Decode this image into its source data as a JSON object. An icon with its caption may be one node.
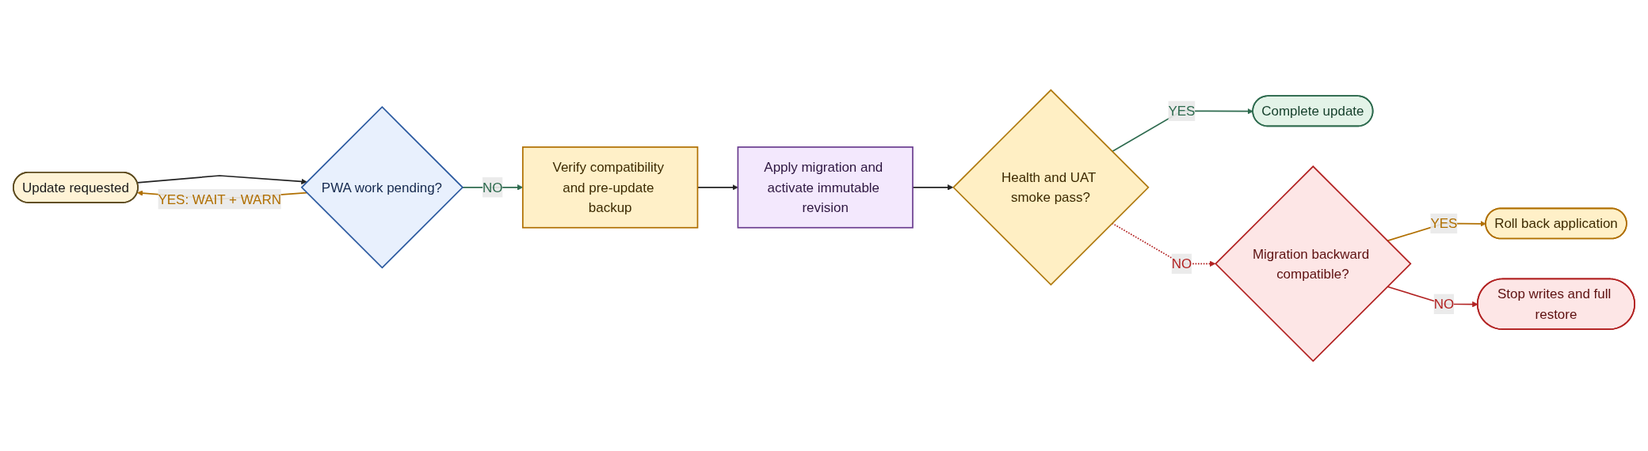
{
  "diagram": {
    "nodes": [
      {
        "text": [
          "Update requested"
        ]
      },
      {
        "text": [
          "PWA work pending?"
        ]
      },
      {
        "text": [
          "Verify compatibility and pre-update backup"
        ]
      },
      {
        "text": [
          "Apply migration and activate immutable revision"
        ]
      },
      {
        "text": [
          "Health and UAT smoke pass?"
        ]
      },
      {
        "text": [
          "Complete update"
        ]
      },
      {
        "text": [
          "Migration backward compatible?"
        ]
      },
      {
        "text": [
          "Roll back application"
        ]
      },
      {
        "text": [
          "Stop writes and full restore"
        ]
      }
    ],
    "edges": [
      {
        "from": 0,
        "to": 1,
        "arrow": "to"
      },
      {
        "from": 1,
        "to": 2,
        "arrow": "to",
        "label": "NO",
        "color": "#2e6b4f"
      },
      {
        "from": 1,
        "to": 0,
        "arrow": "to",
        "label": "YES: WAIT + WARN",
        "color": "#b06f00"
      },
      {
        "from": 2,
        "to": 3,
        "arrow": "to"
      },
      {
        "from": 3,
        "to": 4,
        "arrow": "to"
      },
      {
        "from": 4,
        "to": 5,
        "arrow": "to",
        "label": "YES",
        "color": "#2e6b4f"
      },
      {
        "from": 4,
        "to": 6,
        "arrow": "to",
        "label": "NO",
        "style": "dashed",
        "color": "#b22222"
      },
      {
        "from": 6,
        "to": 7,
        "arrow": "to",
        "label": "YES",
        "color": "#b06f00"
      },
      {
        "from": 6,
        "to": 8,
        "arrow": "to",
        "label": "NO",
        "color": "#b22222"
      }
    ]
  }
}
